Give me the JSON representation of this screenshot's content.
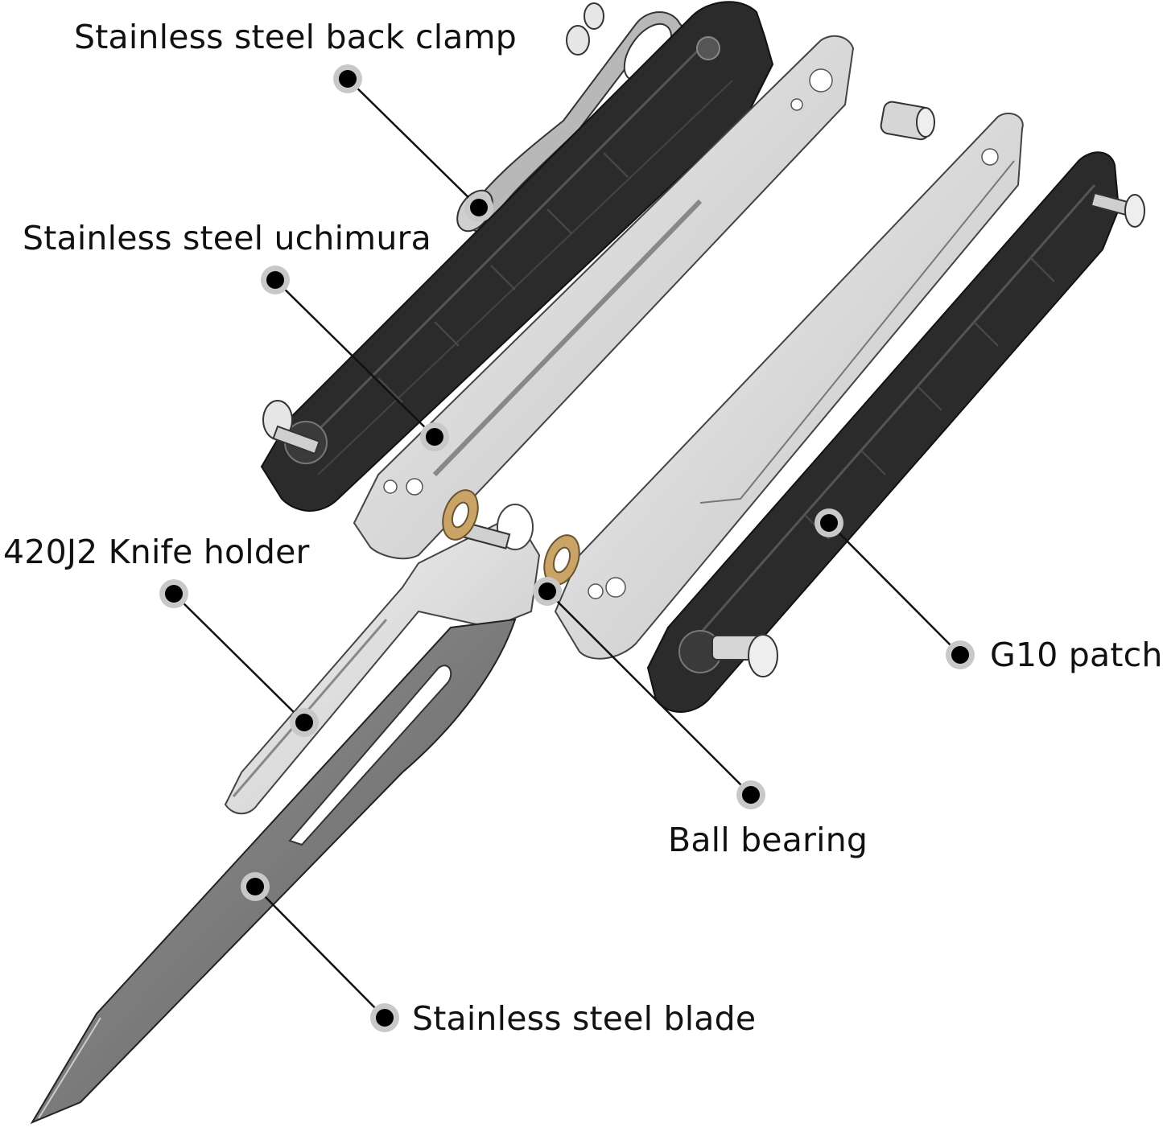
{
  "callouts": {
    "back_clamp": "Stainless steel back clamp",
    "uchimura": "Stainless steel uchimura",
    "knife_holder": "420J2 Knife holder",
    "g10_patch": "G10 patch",
    "ball_bearing": "Ball bearing",
    "blade": "Stainless steel blade"
  },
  "colors": {
    "g10": "#2b2b2b",
    "steel_light": "#d9d9d9",
    "steel_mid": "#9e9e9e",
    "blade": "#7a7a7a",
    "bearing": "#c9a466",
    "outline": "#222222",
    "marker_halo": "#c8c8c8"
  },
  "icons": {
    "marker": "callout-dot-icon"
  }
}
